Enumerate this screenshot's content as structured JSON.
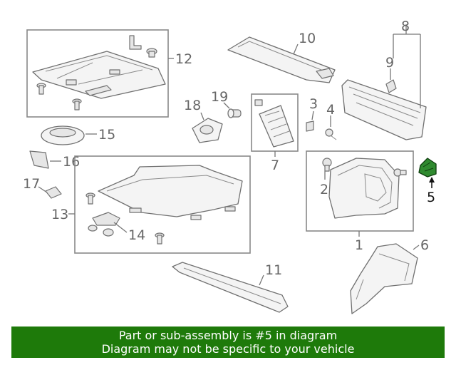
{
  "callouts": {
    "c1": "1",
    "c2": "2",
    "c3": "3",
    "c4": "4",
    "c5": "5",
    "c6": "6",
    "c7": "7",
    "c8": "8",
    "c9": "9",
    "c10": "10",
    "c11": "11",
    "c12": "12",
    "c13": "13",
    "c14": "14",
    "c15": "15",
    "c16": "16",
    "c17": "17",
    "c18": "18",
    "c19": "19"
  },
  "highlighted_part": "5",
  "colors": {
    "highlight": "#2f8a2f",
    "banner_bg": "#1e7a0a",
    "banner_text": "#ffffff"
  },
  "banner": {
    "line1": "Part or sub-assembly is #5 in diagram",
    "line2": "Diagram may not be specific to your vehicle"
  }
}
